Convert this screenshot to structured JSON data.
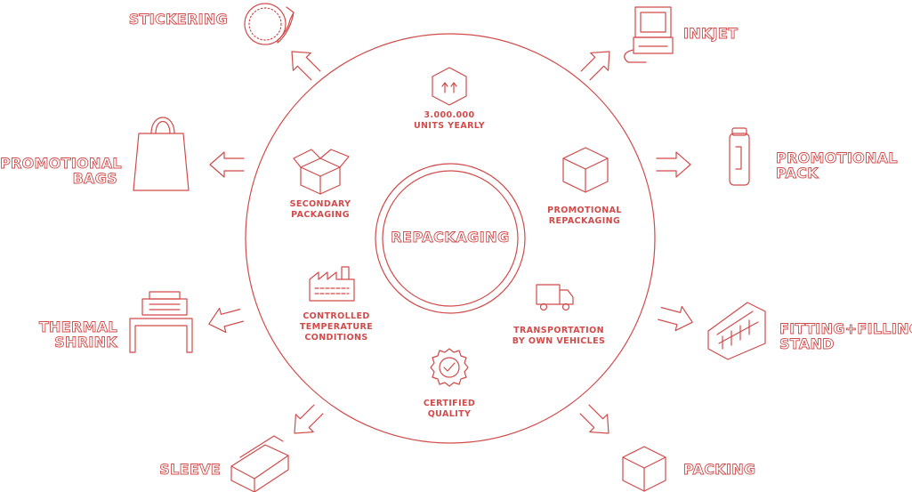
{
  "center": {
    "label": "REPACKAGING"
  },
  "colors": {
    "accent": "#d14b4b"
  },
  "outer_labels": {
    "stickering": "STICKERING",
    "inkjet": "INKJET",
    "promotional_bags": "PROMOTIONAL\nBAGS",
    "promotional_pack": "PROMOTIONAL\nPACK",
    "thermal_shrink": "THERMAL\nSHRINK",
    "fitting_filling_stand": "FITTING+FILLING\nSTAND",
    "sleeve": "SLEEVE",
    "packing": "PACKING"
  },
  "inner_labels": {
    "units_yearly": "3.000.000\nUNITS YEARLY",
    "secondary_packaging": "SECONDARY\nPACKAGING",
    "promotional_repackaging": "PROMOTIONAL\nREPACKAGING",
    "controlled_temperature": "CONTROLLED\nTEMPERATURE\nCONDITIONS",
    "transportation": "TRANSPORTATION\nBY OWN VEHICLES",
    "certified_quality": "CERTIFIED\nQUALITY"
  },
  "icons": {
    "stickering": "sticker-roll-icon",
    "inkjet": "inkjet-printer-icon",
    "promotional_bags": "shopping-bag-icon",
    "promotional_pack": "bottle-icon",
    "thermal_shrink": "shrink-tunnel-icon",
    "fitting_filling_stand": "display-stand-icon",
    "sleeve": "sleeve-box-icon",
    "packing": "packing-box-icon",
    "units_yearly": "cube-arrows-icon",
    "secondary_packaging": "open-box-icon",
    "promotional_repackaging": "closed-box-icon",
    "controlled_temperature": "factory-icon",
    "transportation": "truck-icon",
    "certified_quality": "certified-badge-icon"
  }
}
